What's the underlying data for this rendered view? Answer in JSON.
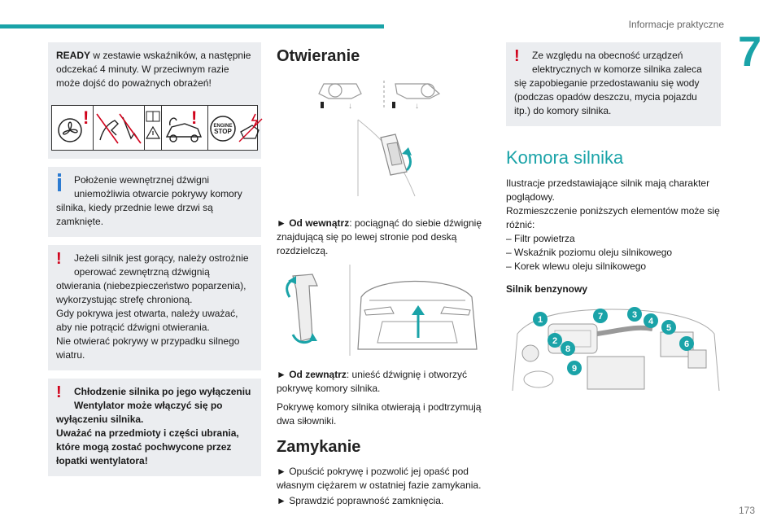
{
  "header": {
    "title": "Informacje praktyczne",
    "chapter": "7",
    "page_number": "173"
  },
  "col1": {
    "box1": {
      "bold_lead": "READY",
      "text": " w zestawie wskaźników, a następnie odczekać 4 minuty. W przeciwnym razie może dojść do poważnych obrażeń!"
    },
    "pictograms": [
      "fan-warning-icon",
      "hand-fan-icon",
      "manual-warning-icon",
      "hot-engine-icon",
      "engine-stop-icon"
    ],
    "engine_stop_label_1": "ENGINE",
    "engine_stop_label_2": "STOP",
    "info_box": {
      "line1": "Położenie wewnętrznej dźwigni",
      "line2": "uniemożliwia otwarcie pokrywy komory silnika, kiedy przednie lewe drzwi są zamknięte."
    },
    "warn_box1": {
      "line1": "Jeżeli silnik jest gorący, należy ostrożnie",
      "line2": "operować zewnętrzną dźwignią otwierania (niebezpieczeństwo poparzenia), wykorzystując strefę chronioną.",
      "p2": "Gdy pokrywa jest otwarta, należy uważać, aby nie potrącić dźwigni otwierania.",
      "p3": "Nie otwierać pokrywy w przypadku silnego wiatru."
    },
    "warn_box2": {
      "line1": "Chłodzenie silnika po jego wyłączeniu",
      "line2": "Wentylator może włączyć się po wyłączeniu silnika.",
      "p2": "Uważać na przedmioty i części ubrania, które mogą zostać pochwycone przez łopatki wentylatora!"
    }
  },
  "col2": {
    "title_open": "Otwieranie",
    "inside_lead": "► Od wewnątrz",
    "inside_text": ": pociągnąć do siebie dźwignię znajdującą się po lewej stronie pod deską rozdzielczą.",
    "outside_lead": "► Od zewnątrz",
    "outside_text": ": unieść dźwignię i otworzyć pokrywę komory silnika.",
    "outside_p2": "Pokrywę komory silnika otwierają i podtrzymują dwa siłowniki.",
    "title_close": "Zamykanie",
    "close_item1": "► Opuścić pokrywę i pozwolić jej opaść pod własnym ciężarem w ostatniej fazie zamykania.",
    "close_item2": "► Sprawdzić poprawność zamknięcia."
  },
  "col3": {
    "warn_box": {
      "line1": "Ze względu na obecność urządzeń",
      "line2": "elektrycznych w komorze silnika zaleca się zapobieganie przedostawaniu się wody (podczas opadów deszczu, mycia pojazdu itp.) do komory silnika."
    },
    "title": "Komora silnika",
    "p1": "Ilustracje przedstawiające silnik mają charakter poglądowy.",
    "p2": "Rozmieszczenie poniższych elementów może się różnić:",
    "items": [
      "– Filtr powietrza",
      "– Wskaźnik poziomu oleju silnikowego",
      "– Korek wlewu oleju silnikowego"
    ],
    "subhead": "Silnik benzynowy",
    "callouts": [
      "1",
      "2",
      "3",
      "4",
      "5",
      "6",
      "7",
      "8",
      "9"
    ]
  },
  "colors": {
    "accent": "#1aa3a8",
    "warning": "#d0021b",
    "info": "#2c7bd1",
    "box_bg": "#ebedf0",
    "callout": "#1aa3a8"
  }
}
